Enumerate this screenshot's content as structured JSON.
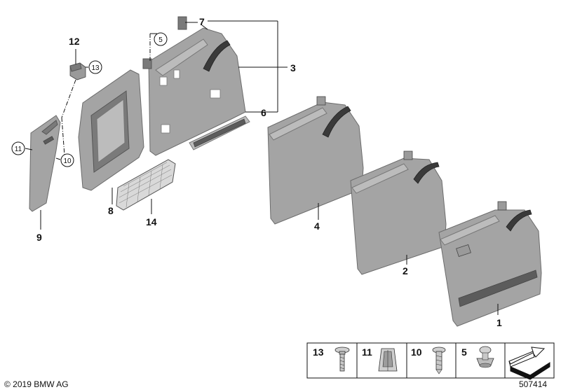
{
  "callouts": {
    "c1": "1",
    "c2": "2",
    "c3": "3",
    "c4": "4",
    "c5": "5",
    "c6": "6",
    "c7": "7",
    "c8": "8",
    "c9": "9",
    "c10": "10",
    "c11": "11",
    "c12": "12",
    "c13": "13",
    "c14": "14"
  },
  "legend": {
    "cells": [
      {
        "label": "13",
        "icon": "torx-screw-icon"
      },
      {
        "label": "11",
        "icon": "spreader-clip-icon"
      },
      {
        "label": "10",
        "icon": "screw-icon"
      },
      {
        "label": "5",
        "icon": "push-rivet-icon"
      },
      {
        "label": "",
        "icon": "view-direction-arrow-icon"
      }
    ]
  },
  "footer": {
    "copyright": "© 2019 BMW AG",
    "diagram_id": "507414"
  }
}
